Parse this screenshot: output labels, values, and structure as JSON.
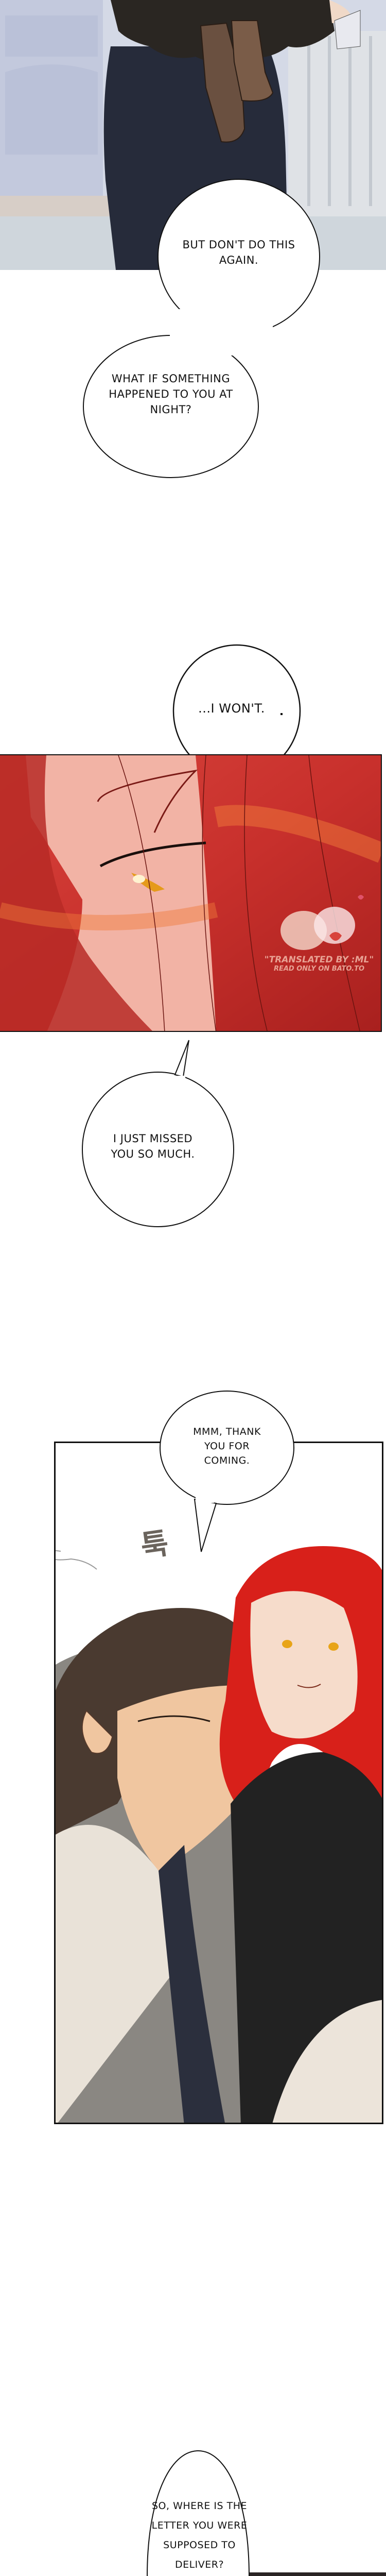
{
  "comic": {
    "panels": [
      {
        "id": "panel-hallway",
        "description_colors": {
          "background": "#c9cfdf",
          "trousers": "#262b3a",
          "boots": "#6a5040",
          "skirt": "#2a2622"
        }
      },
      {
        "id": "panel-closeup-eye",
        "description_colors": {
          "hair": "#c8302c",
          "skin": "#f2b3a5",
          "eye": "#e59a1a"
        }
      },
      {
        "id": "panel-embrace",
        "description_colors": {
          "man_hair": "#4a3a30",
          "woman_hair": "#d8201a",
          "sweater": "#222222",
          "suit": "#8a8782"
        }
      }
    ],
    "bubbles": [
      {
        "lines": [
          "BUT DON'T DO THIS",
          "AGAIN."
        ]
      },
      {
        "lines": [
          "WHAT IF SOMETHING",
          "HAPPENED TO YOU AT",
          "NIGHT?"
        ]
      },
      {
        "lines": [
          "...I WON'T."
        ]
      },
      {
        "lines": [
          "I JUST MISSED",
          "YOU SO MUCH."
        ]
      },
      {
        "lines": [
          "MMM, THANK",
          "YOU FOR",
          "COMING."
        ]
      },
      {
        "lines": [
          "SO, WHERE IS THE",
          "LETTER YOU WERE",
          "SUPPOSED TO",
          "DELIVER?"
        ]
      }
    ],
    "sfx": "툭",
    "watermark": {
      "line1": "\"TRANSLATED BY :ML\"",
      "line2": "READ ONLY ON BATO.TO"
    }
  }
}
